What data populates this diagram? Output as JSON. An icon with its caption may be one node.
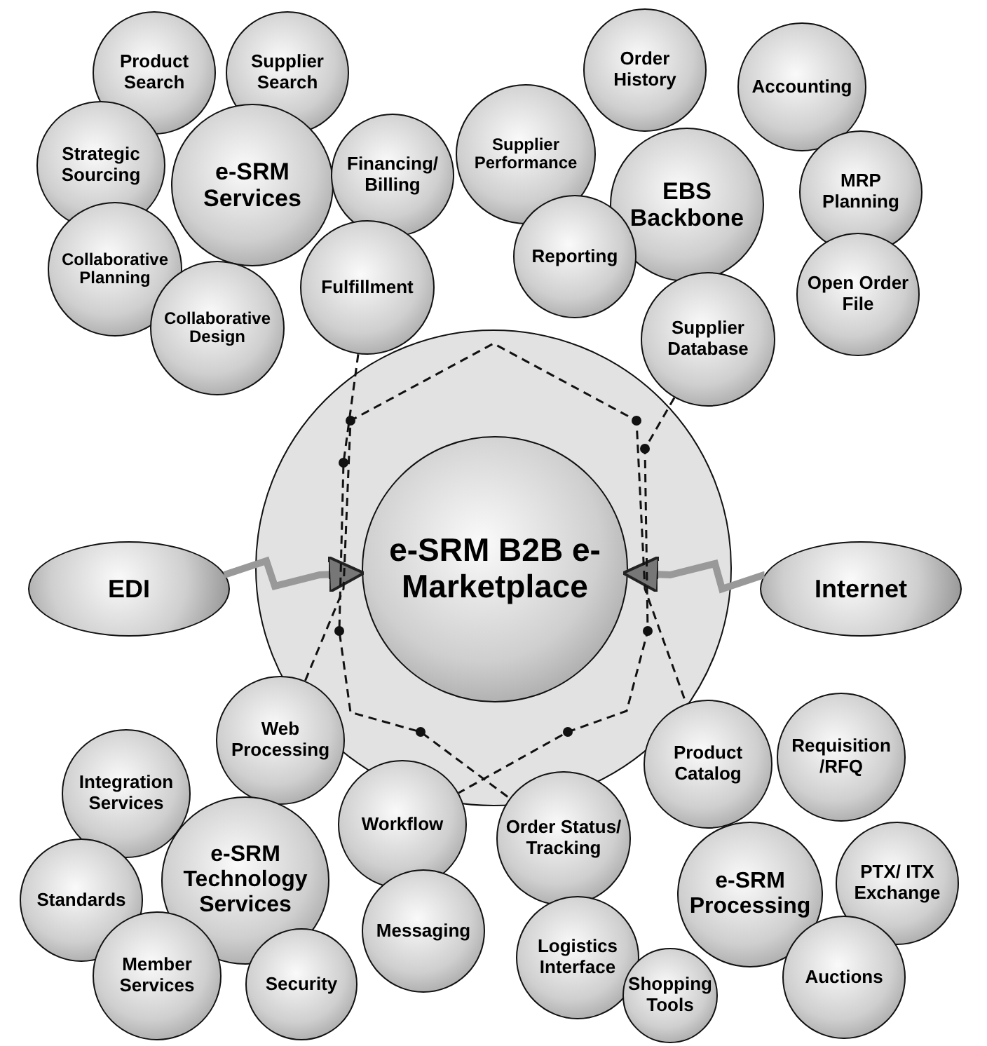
{
  "diagram": {
    "nodes": [
      {
        "text": [
          "Product Search"
        ]
      },
      {
        "text": [
          "Supplier Search"
        ]
      },
      {
        "text": [
          "Strategic Sourcing"
        ]
      },
      {
        "text": [
          "e-SRM Services"
        ]
      },
      {
        "text": [
          "Financing/ Billing"
        ]
      },
      {
        "text": [
          "Collaborative Planning"
        ]
      },
      {
        "text": [
          "Fulfillment"
        ]
      },
      {
        "text": [
          "Collaborative Design"
        ]
      },
      {
        "text": [
          "Order History"
        ]
      },
      {
        "text": [
          "Accounting"
        ]
      },
      {
        "text": [
          "Supplier Performance"
        ]
      },
      {
        "text": [
          "EBS Backbone"
        ]
      },
      {
        "text": [
          "MRP Planning"
        ]
      },
      {
        "text": [
          "Reporting"
        ]
      },
      {
        "text": [
          "Open Order File"
        ]
      },
      {
        "text": [
          "Supplier Database"
        ]
      },
      {
        "text": [
          "EDI"
        ]
      },
      {
        "text": [],
        "shape": "circle"
      },
      {
        "text": [
          "e-SRM B2B e-Marketplace"
        ],
        "in": 17
      },
      {
        "text": [
          "Internet"
        ]
      },
      {
        "text": [
          "Web Processing"
        ]
      },
      {
        "text": [
          "Integration Services"
        ]
      },
      {
        "text": [
          "e-SRM Technology Services"
        ]
      },
      {
        "text": [
          "Workflow"
        ]
      },
      {
        "text": [
          "Standards"
        ]
      },
      {
        "text": [
          "Messaging"
        ]
      },
      {
        "text": [
          "Member Services"
        ]
      },
      {
        "text": [
          "Security"
        ]
      },
      {
        "text": [
          "Product Catalog"
        ]
      },
      {
        "text": [
          "Requisition /RFQ"
        ]
      },
      {
        "text": [
          "Order Status/ Tracking"
        ]
      },
      {
        "text": [
          "e-SRM Processing"
        ]
      },
      {
        "text": [
          "PTX/ ITX Exchange"
        ]
      },
      {
        "text": [
          "Logistics Interface"
        ]
      },
      {
        "text": [
          "Auctions"
        ]
      },
      {
        "text": [
          "Shopping Tools"
        ]
      }
    ],
    "edges": [
      {
        "from": 16,
        "to": 18,
        "arrow": "to",
        "style": "thick",
        "color": "#999999"
      },
      {
        "from": 19,
        "to": 18,
        "arrow": "to",
        "style": "thick",
        "color": "#999999"
      },
      {
        "from": 6,
        "to": 30,
        "arrow": "none",
        "style": "dashed"
      },
      {
        "from": 15,
        "to": 23,
        "arrow": "none",
        "style": "dashed"
      },
      {
        "from": 20,
        "to": 28,
        "arrow": "none",
        "style": "dashed"
      }
    ]
  }
}
